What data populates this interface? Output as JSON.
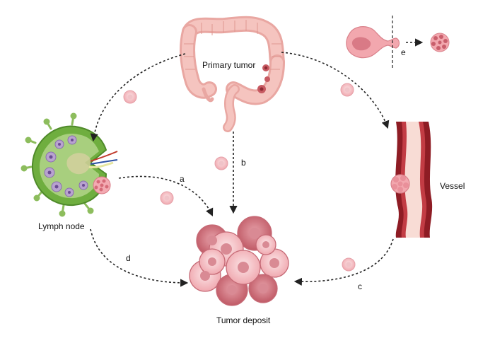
{
  "labels": {
    "primary_tumor": "Primary tumor",
    "lymph_node": "Lymph node",
    "vessel": "Vessel",
    "tumor_deposit": "Tumor deposit"
  },
  "pathways": {
    "a": "a",
    "b": "b",
    "c": "c",
    "d": "d",
    "e": "e"
  },
  "colors": {
    "tumor_cell": "#f2a7ae",
    "tumor_cell_dark": "#c8616b",
    "colon": "#f3b8b3",
    "vessel_wall": "#8e1c24",
    "vessel_lumen": "#f8dcd5",
    "lymph_capsule": "#6fae3f",
    "lymph_inner": "#b8a2cf",
    "arrow": "#222222"
  }
}
